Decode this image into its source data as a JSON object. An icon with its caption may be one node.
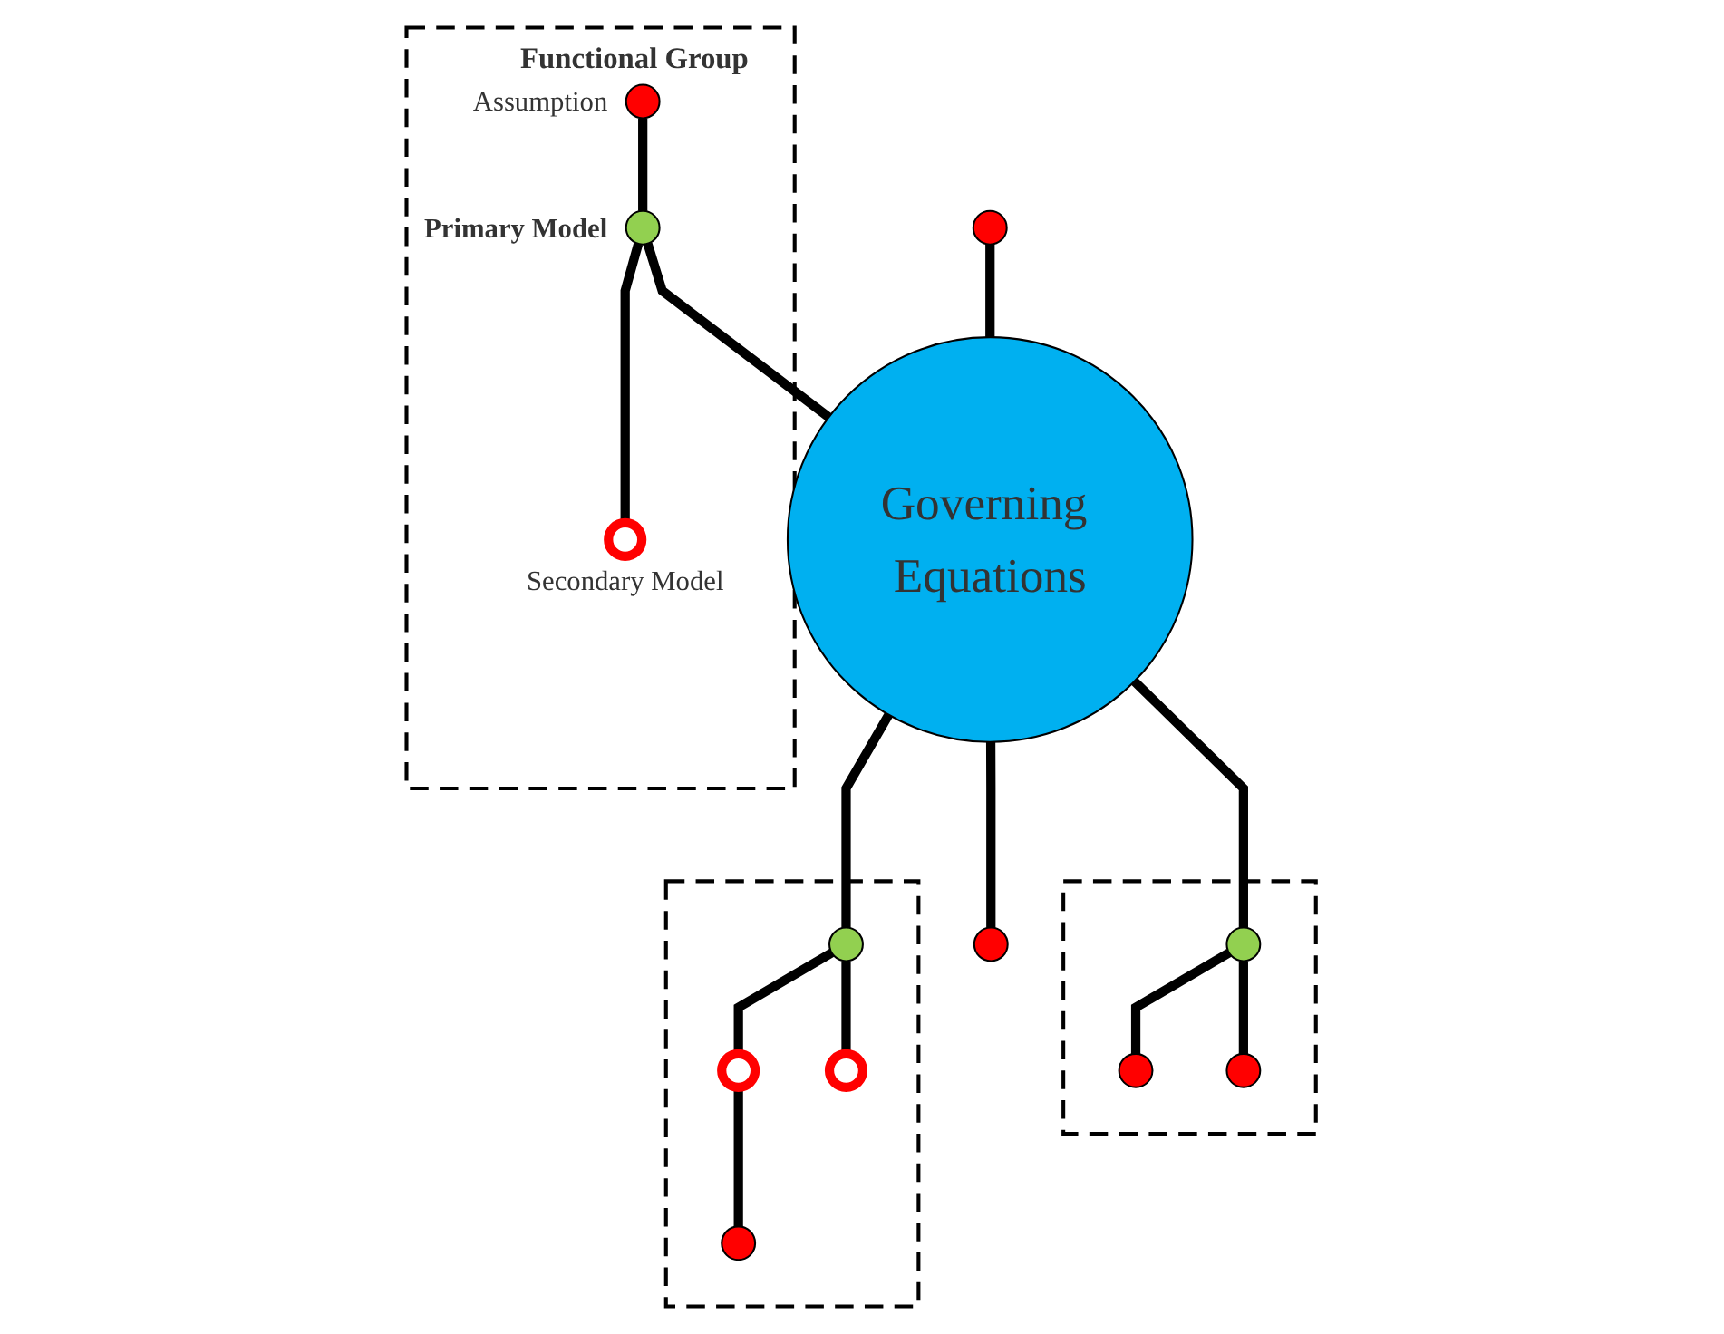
{
  "diagram": {
    "nodes": [
      {
        "text": [
          "Functional Group"
        ]
      },
      {
        "text": [],
        "shape": "circle",
        "beside": [
          "Assumption"
        ],
        "in": 0
      },
      {
        "text": [],
        "shape": "circle",
        "beside": [
          "Primary Model"
        ],
        "in": 0
      },
      {
        "text": [],
        "shape": "circle",
        "beside": [
          "Secondary Model"
        ],
        "in": 0
      },
      {
        "text": [
          "Governing Equations"
        ]
      },
      {
        "text": [],
        "shape": "circle"
      },
      {
        "text": [],
        "shape": "circle"
      },
      {
        "text": [],
        "shape": "box"
      },
      {
        "text": [],
        "shape": "circle",
        "in": 7
      },
      {
        "text": [],
        "shape": "circle",
        "in": 7
      },
      {
        "text": [],
        "shape": "circle",
        "in": 7
      },
      {
        "text": [],
        "shape": "box"
      },
      {
        "text": [],
        "shape": "circle",
        "in": 11
      },
      {
        "text": [],
        "shape": "circle",
        "in": 11
      },
      {
        "text": [],
        "shape": "circle",
        "in": 11
      },
      {
        "text": [],
        "shape": "circle",
        "in": 11
      }
    ],
    "edges": [
      {
        "from": 1,
        "to": 2,
        "arrow": "none"
      },
      {
        "from": 2,
        "to": 3,
        "arrow": "none"
      },
      {
        "from": 2,
        "to": 4,
        "arrow": "none"
      },
      {
        "from": 5,
        "to": 4,
        "arrow": "none"
      },
      {
        "from": 4,
        "to": 6,
        "arrow": "none"
      },
      {
        "from": 4,
        "to": 10,
        "arrow": "none"
      },
      {
        "from": 10,
        "to": 8,
        "arrow": "none"
      },
      {
        "from": 10,
        "to": 9,
        "arrow": "none"
      },
      {
        "from": 4,
        "to": 12,
        "arrow": "none"
      },
      {
        "from": 12,
        "to": 13,
        "arrow": "none"
      },
      {
        "from": 12,
        "to": 14,
        "arrow": "none"
      },
      {
        "from": 13,
        "to": 15,
        "arrow": "none"
      }
    ]
  }
}
